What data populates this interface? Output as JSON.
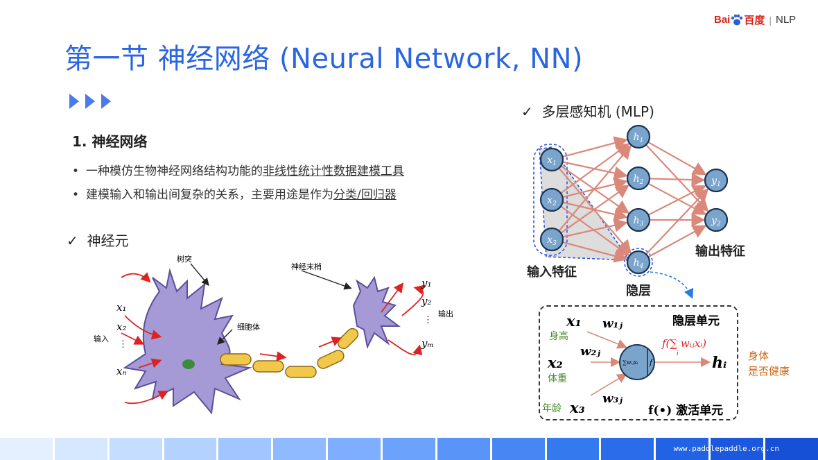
{
  "header": {
    "logo_text": "Bai",
    "logo_text2": "百度",
    "logo_sep": "|",
    "logo_product": "NLP",
    "title": "第一节 神经网络 (Neural Network, NN)"
  },
  "section": {
    "heading": "1. 神经网络",
    "bullets": [
      {
        "prefix": "一种模仿生物神经网络结构功能的",
        "underlined": "非线性统计性数据建模工具"
      },
      {
        "prefix": "建模输入和输出间复杂的关系，主要用途是作为",
        "underlined": "分类/回归器"
      }
    ],
    "neuron_check": "神经元",
    "mlp_check": "多层感知机 (MLP)"
  },
  "neuron_diagram": {
    "dendrite": "树突",
    "axon_terminal": "神经末梢",
    "soma": "细胞体",
    "input": "输入",
    "output": "输出",
    "x1": "x₁",
    "x2": "x₂",
    "xn": "xₙ",
    "y1": "y₁",
    "y2": "y₂",
    "ym": "yₘ"
  },
  "mlp": {
    "inputs": [
      "x1",
      "x2",
      "x3"
    ],
    "hidden": [
      "h1",
      "h2",
      "h3",
      "h4"
    ],
    "outputs": [
      "y1",
      "y2"
    ],
    "input_label": "输入特征",
    "hidden_label": "隐层",
    "output_label": "输出特征"
  },
  "unit": {
    "title": "隐层单元",
    "x1": "x₁",
    "x2": "x₂",
    "x3": "x₃",
    "w1": "w₁ⱼ",
    "w2": "w₂ⱼ",
    "w3": "w₃ⱼ",
    "f1": "身高",
    "f2": "体重",
    "f3": "年龄",
    "formula": "f(∑ wᵢⱼxᵢ)",
    "formula_sub": "i",
    "inner": "∑wᵢⱼxᵢ",
    "inner_f": "f",
    "out": "hᵢ",
    "out_desc1": "身体",
    "out_desc2": "是否健康",
    "activation": "f(•) 激活单元"
  },
  "footer": {
    "url": "www.paddlepaddle.org.cn"
  }
}
